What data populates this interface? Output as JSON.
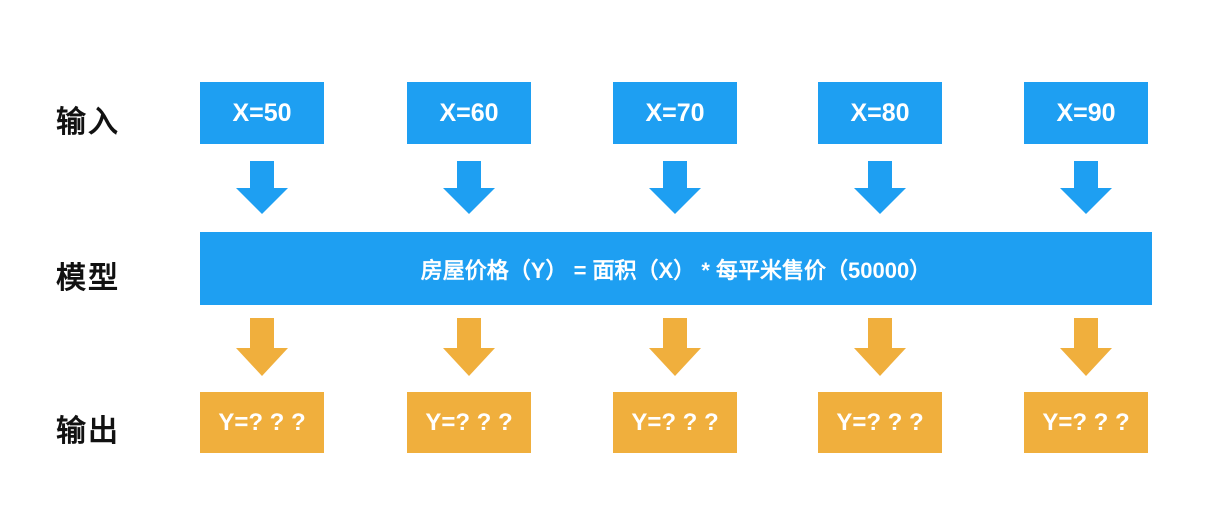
{
  "diagram": {
    "row_labels": {
      "input": "输入",
      "model": "模型",
      "output": "输出"
    },
    "inputs": [
      "X=50",
      "X=60",
      "X=70",
      "X=80",
      "X=90"
    ],
    "model_formula": "房屋价格（Y） = 面积（X） * 每平米售价（50000）",
    "outputs": [
      "Y=? ? ?",
      "Y=? ? ?",
      "Y=? ? ?",
      "Y=? ? ?",
      "Y=? ? ?"
    ]
  },
  "colors": {
    "blue": "#1E9FF2",
    "orange": "#F0AF3D",
    "label-color": "#111111"
  }
}
